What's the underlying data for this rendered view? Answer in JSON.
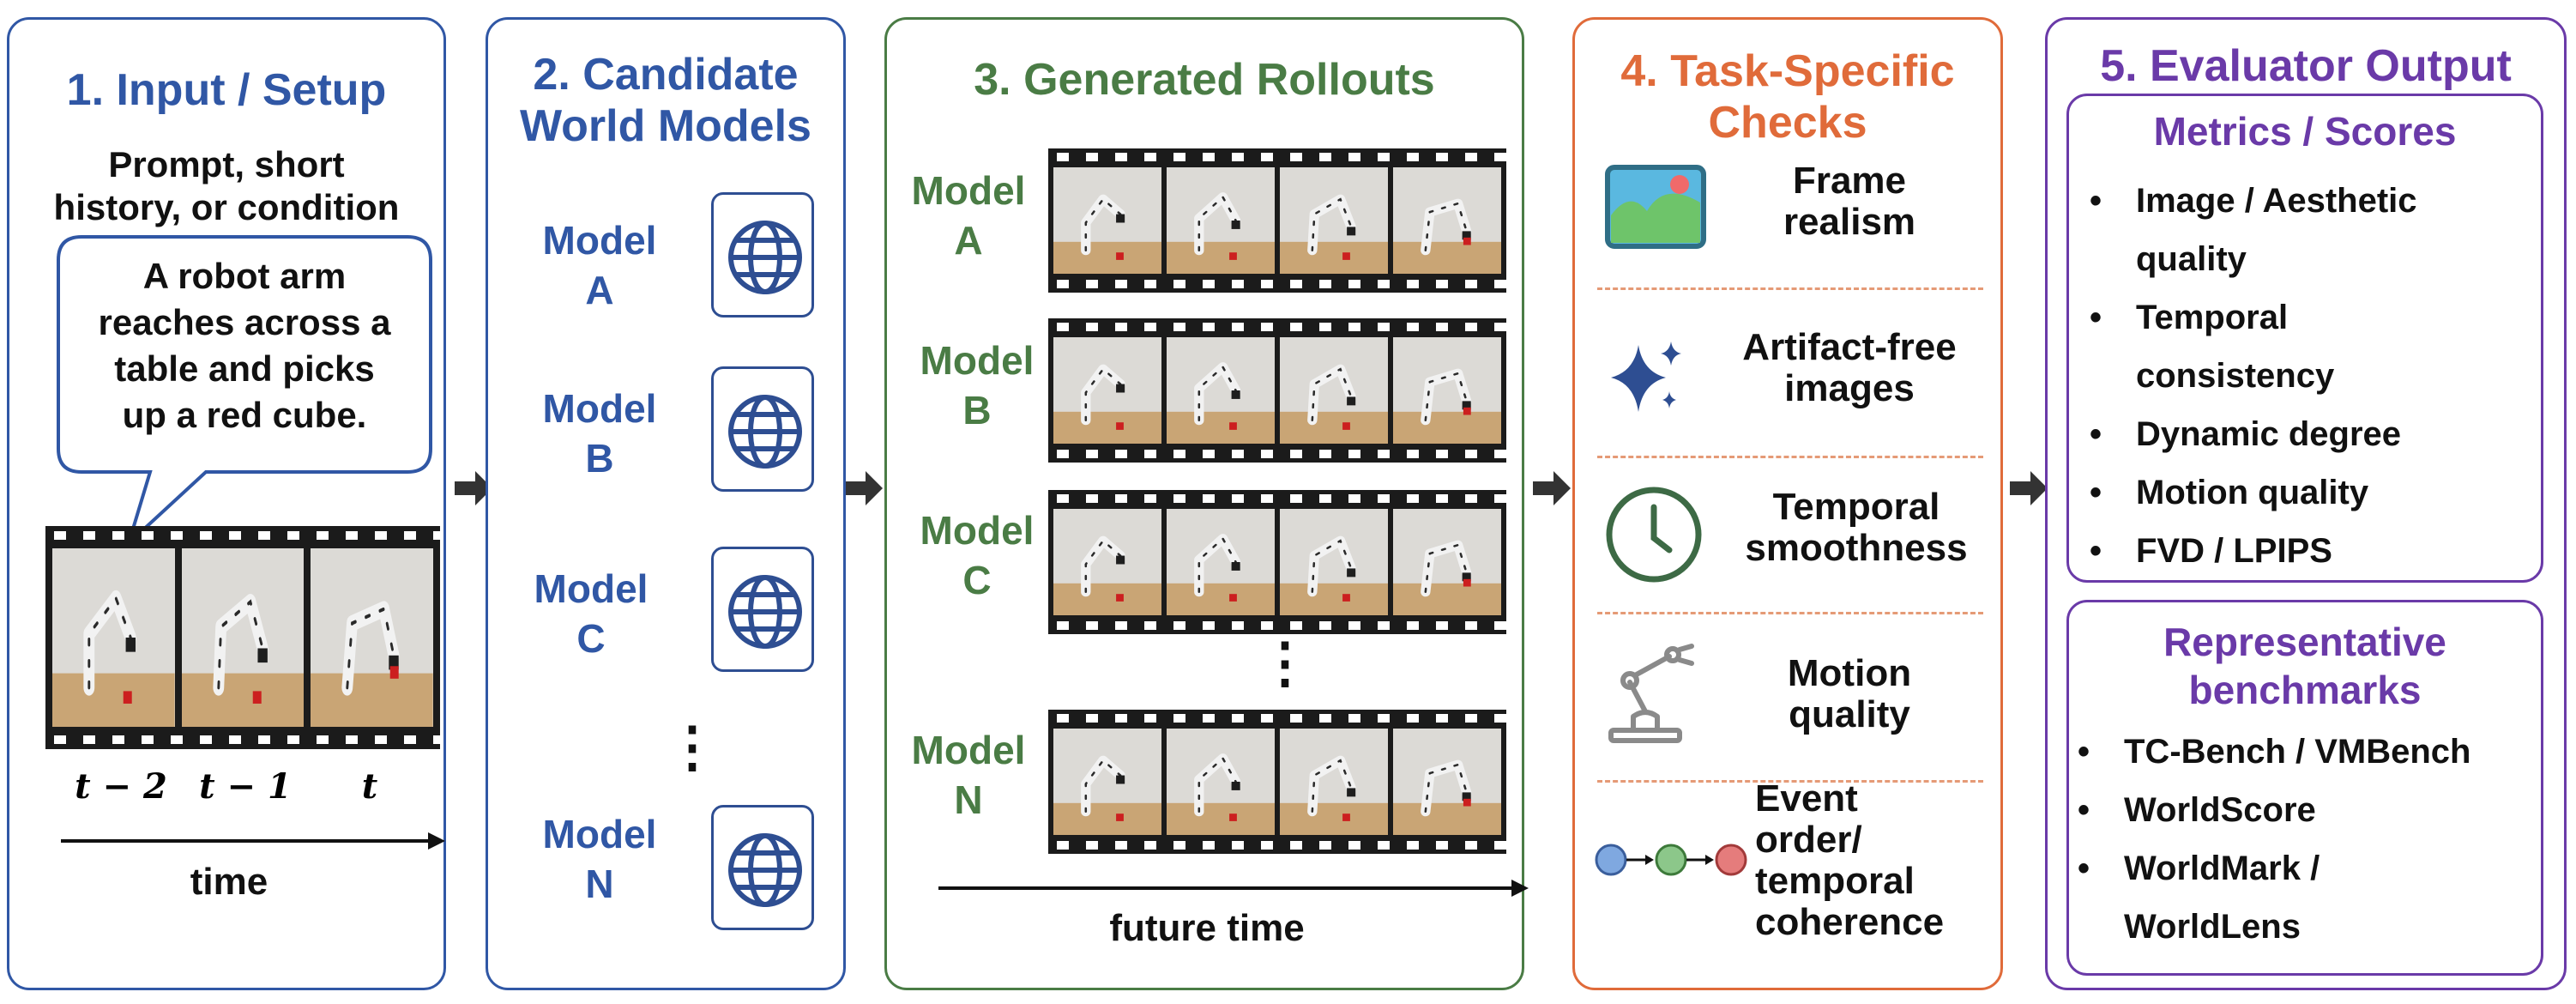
{
  "colors": {
    "panel1": "#3057a5",
    "panel2": "#3057a5",
    "panel3": "#4a7c45",
    "panel4": "#e06b3a",
    "panel5": "#6a3aa8",
    "frame_film": "#1b1b1b",
    "cube": "#cc1f1f"
  },
  "panel1": {
    "title": "1. Input / Setup",
    "subtitle": "Prompt, short\nhistory, or condition",
    "bubble": "A robot arm\nreaches across a\ntable and picks\nup a red cube.",
    "time_labels": [
      "t − 2",
      "t − 1",
      "t"
    ],
    "axis_label": "time"
  },
  "panel2": {
    "title": "2. Candidate\nWorld Models",
    "models": [
      "Model\nA",
      "Model\nB",
      "Model\nC",
      "Model\nN"
    ],
    "icon": "globe-icon",
    "ellipsis": "⋮"
  },
  "panel3": {
    "title": "3. Generated Rollouts",
    "models": [
      "Model\nA",
      "Model\nB",
      "Model\nC",
      "Model\nN"
    ],
    "ellipsis": "⋮",
    "axis_label": "future time"
  },
  "panel4": {
    "title": "4. Task-Specific\nChecks",
    "checks": [
      {
        "icon": "landscape-image-icon",
        "label": "Frame\nrealism"
      },
      {
        "icon": "sparkle-icon",
        "label": "Artifact-free\nimages"
      },
      {
        "icon": "clock-icon",
        "label": "Temporal\nsmoothness"
      },
      {
        "icon": "robot-arm-icon",
        "label": "Motion\nquality"
      },
      {
        "icon": "event-chain-icon",
        "label": "Event\norder/\ntemporal\ncoherence"
      }
    ]
  },
  "panel5": {
    "title": "5. Evaluator Output",
    "metrics_title": "Metrics / Scores",
    "metrics": [
      "Image / Aesthetic\nquality",
      "Temporal\nconsistency",
      "Dynamic degree",
      "Motion quality",
      "FVD / LPIPS"
    ],
    "bench_title": "Representative\nbenchmarks",
    "benchmarks": [
      "TC-Bench / VMBench",
      "WorldScore",
      "WorldMark /\nWorldLens"
    ]
  }
}
